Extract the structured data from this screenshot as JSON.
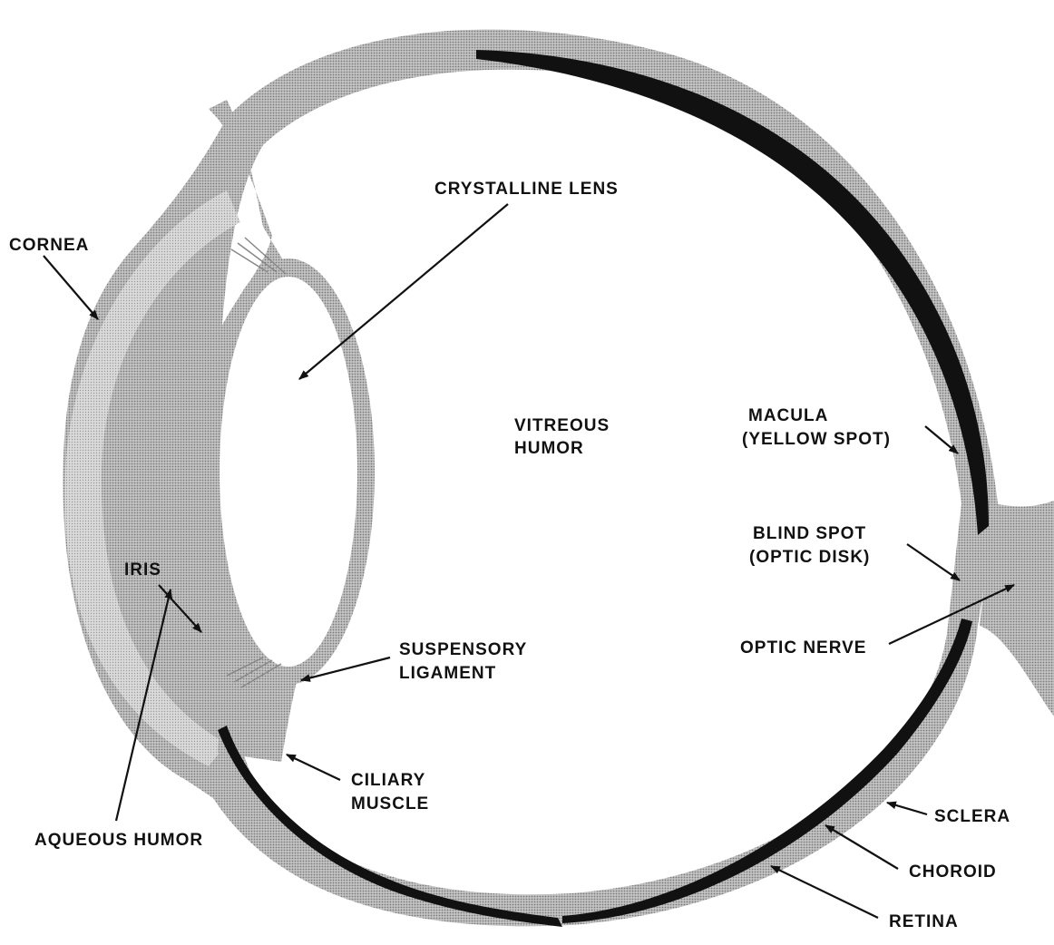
{
  "labels": {
    "crystalline_lens": "CRYSTALLINE LENS",
    "cornea": "CORNEA",
    "vitreous_1": "VITREOUS",
    "vitreous_2": "HUMOR",
    "macula_1": "MACULA",
    "macula_2": "(YELLOW SPOT)",
    "blind_1": "BLIND SPOT",
    "blind_2": "(OPTIC DISK)",
    "iris": "IRIS",
    "suspensory_1": "SUSPENSORY",
    "suspensory_2": "LIGAMENT",
    "optic_nerve": "OPTIC NERVE",
    "ciliary_1": "CILIARY",
    "ciliary_2": "MUSCLE",
    "sclera": "SCLERA",
    "aqueous": "AQUEOUS HUMOR",
    "choroid": "CHOROID",
    "retina": "RETINA"
  },
  "colors": {
    "tissue_shade": "#9a9a9a",
    "retina_dark": "#111111",
    "ink": "#111111"
  }
}
